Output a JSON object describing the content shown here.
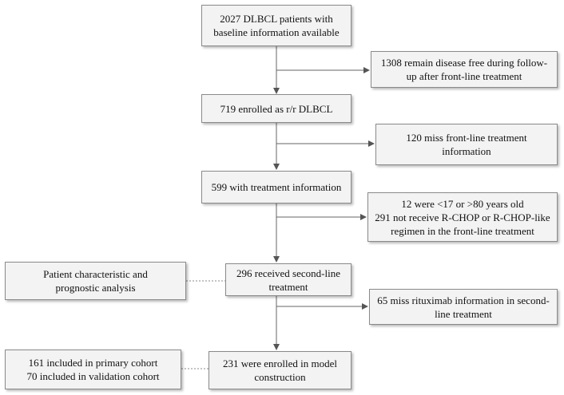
{
  "boxes": {
    "baseline": {
      "lines": [
        "2027 DLBCL patients with",
        "baseline information available"
      ]
    },
    "disease_free": {
      "lines": [
        "1308 remain disease free during follow-",
        "up after front-line treatment"
      ]
    },
    "enrolled_rr": {
      "lines": [
        "719 enrolled as r/r DLBCL"
      ]
    },
    "miss_front_line": {
      "lines": [
        "120 miss front-line treatment",
        "information"
      ]
    },
    "with_treatment": {
      "lines": [
        "599 with treatment information"
      ]
    },
    "excluded": {
      "lines": [
        "12 were <17 or >80 years old",
        "291 not receive R-CHOP or R-CHOP-like",
        "regimen in the front-line treatment"
      ]
    },
    "patient_char": {
      "lines": [
        "Patient characteristic and",
        "prognostic analysis"
      ]
    },
    "second_line": {
      "lines": [
        "296 received second-line",
        "treatment"
      ]
    },
    "miss_rituximab": {
      "lines": [
        "65 miss rituximab information in second-",
        "line treatment"
      ]
    },
    "cohorts": {
      "lines": [
        "161 included in primary cohort",
        "70 included in validation cohort"
      ]
    },
    "model": {
      "lines": [
        "231 were enrolled in model",
        "construction"
      ]
    }
  }
}
